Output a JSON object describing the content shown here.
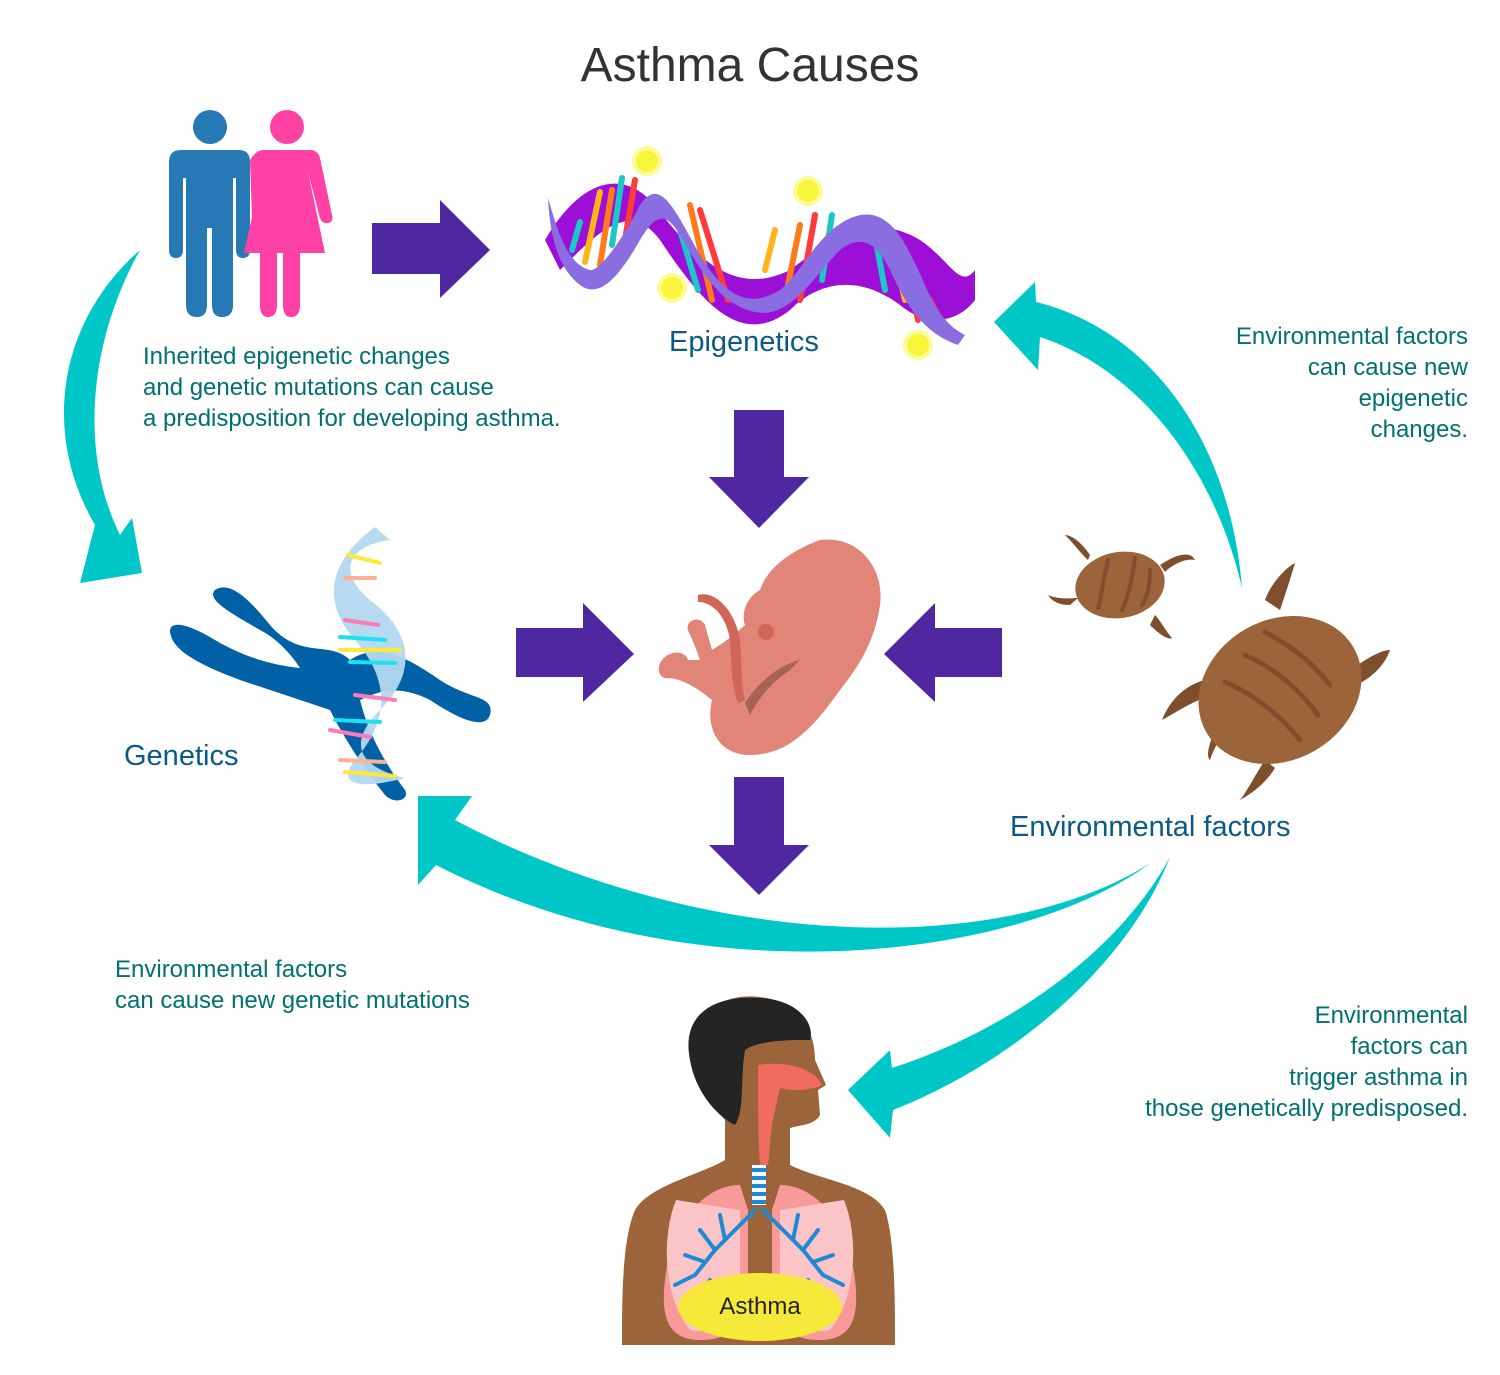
{
  "title": "Asthma Causes",
  "colors": {
    "purple_arrow": "#4e27a1",
    "teal_arrow": "#00c7c7",
    "label_blue": "#0b5a85",
    "note_teal": "#007070",
    "male": "#2779b5",
    "female": "#ff40a5",
    "fetus": "#e08577",
    "mite": "#9c643a",
    "skin": "#9c643a",
    "asthma_ellipse": "#f7e93a"
  },
  "nodes": {
    "epigenetics": "Epigenetics",
    "genetics": "Genetics",
    "environmental": "Environmental factors",
    "asthma": "Asthma"
  },
  "notes": {
    "inherited": "Inherited epigenetic changes\nand genetic mutations can cause\na predisposition for developing asthma.",
    "env_epigenetic": "Environmental factors\ncan cause new\nepigenetic\nchanges.",
    "env_genetic": "Environmental factors\ncan cause new genetic mutations",
    "env_trigger": "Environmental\nfactors can\ntrigger asthma in\nthose genetically predisposed."
  },
  "icons": {
    "parents": "parents-icon",
    "epigenetic_dna": "dna-helix-icon",
    "chromosome": "chromosome-icon",
    "fetus": "fetus-icon",
    "dust_mites": "dust-mite-icon",
    "human_lungs": "human-respiratory-icon"
  },
  "flows": [
    {
      "from": "parents",
      "to": "epigenetics",
      "style": "straight-purple"
    },
    {
      "from": "parents",
      "to": "genetics",
      "style": "curved-teal"
    },
    {
      "from": "epigenetics",
      "to": "fetus",
      "style": "straight-purple"
    },
    {
      "from": "genetics",
      "to": "fetus",
      "style": "straight-purple"
    },
    {
      "from": "environmental",
      "to": "fetus",
      "style": "straight-purple"
    },
    {
      "from": "fetus",
      "to": "asthma",
      "style": "straight-purple"
    },
    {
      "from": "environmental",
      "to": "epigenetics",
      "style": "curved-teal"
    },
    {
      "from": "environmental",
      "to": "genetics",
      "style": "curved-teal"
    },
    {
      "from": "environmental",
      "to": "asthma",
      "style": "curved-teal"
    }
  ]
}
